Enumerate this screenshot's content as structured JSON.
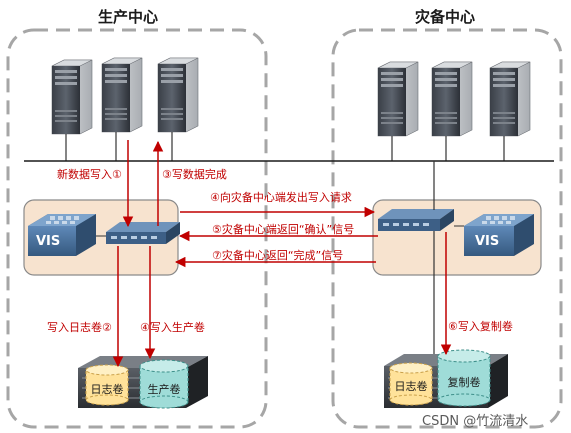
{
  "sites": {
    "production": {
      "title": "生产中心"
    },
    "disaster": {
      "title": "灾备中心"
    }
  },
  "vis_label": "VIS",
  "steps": {
    "s1": "新数据写入①",
    "s2": "写入日志卷②",
    "s3": "③写数据完成",
    "s4_left": "④写入生产卷",
    "s4_right": "④向灾备中心端发出写入请求",
    "s5": "⑤灾备中心端返回“确认”信号",
    "s6": "⑥写入复制卷",
    "s7": "⑦灾备中心返回“完成”信号"
  },
  "volumes": {
    "log": "日志卷",
    "production": "生产卷",
    "replica": "复制卷"
  },
  "watermark": "CSDN @竹流清水",
  "colors": {
    "arrow": "#c00000",
    "panel_fill": "#f7e3cf",
    "panel_border": "#8a8a8a",
    "dashed_border": "#a6a6a6",
    "log_volume": "#ffe29a",
    "data_volume": "#9fdcd8"
  },
  "icons": [
    "server-icon",
    "switch-icon",
    "vis-appliance-icon",
    "storage-array-icon"
  ]
}
